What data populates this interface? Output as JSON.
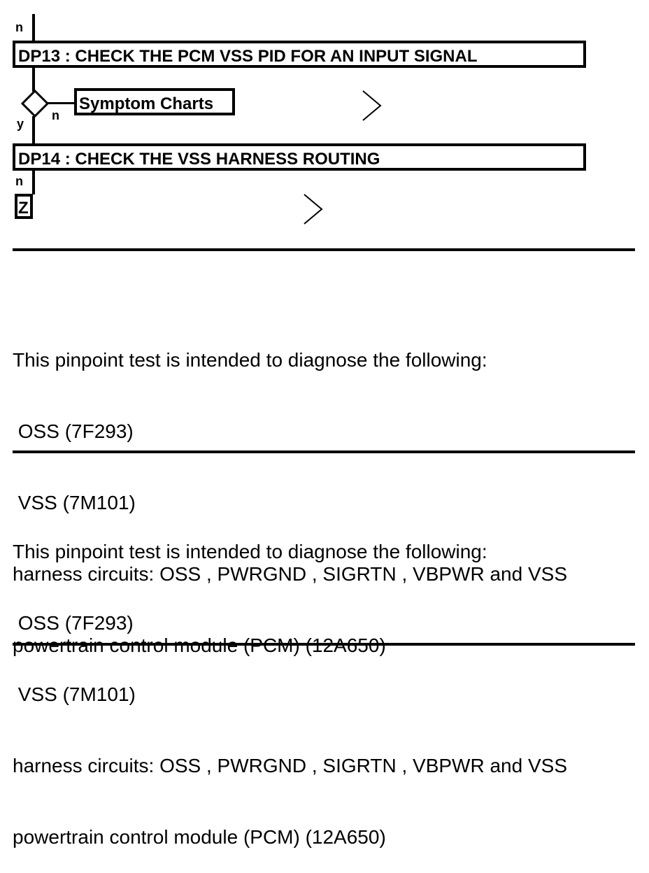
{
  "flowchart": {
    "steps": [
      {
        "title": "DP13 : CHECK THE PCM VSS PID FOR AN INPUT SIGNAL",
        "flag_in": "n"
      },
      {
        "title": "DP14 : CHECK THE VSS HARNESS ROUTING",
        "flag_in": "n"
      }
    ],
    "decision": {
      "yes_label": "y",
      "no_label": "n",
      "no_target": "Symptom Charts"
    },
    "end_marker": "Z",
    "continue_icons": [
      "chevron-right-icon",
      "chevron-right-icon"
    ]
  },
  "info_blocks": [
    {
      "intro": "This pinpoint test is intended to diagnose the following:",
      "items": [
        " OSS (7F293)",
        " VSS (7M101)",
        "harness circuits: OSS , PWRGND , SIGRTN , VBPWR and VSS",
        "powertrain control module (PCM) (12A650)"
      ]
    },
    {
      "intro": "This pinpoint test is intended to diagnose the following:",
      "items": [
        " OSS (7F293)",
        " VSS (7M101)",
        "harness circuits: OSS , PWRGND , SIGRTN , VBPWR and VSS",
        "powertrain control module (PCM) (12A650)"
      ]
    }
  ]
}
